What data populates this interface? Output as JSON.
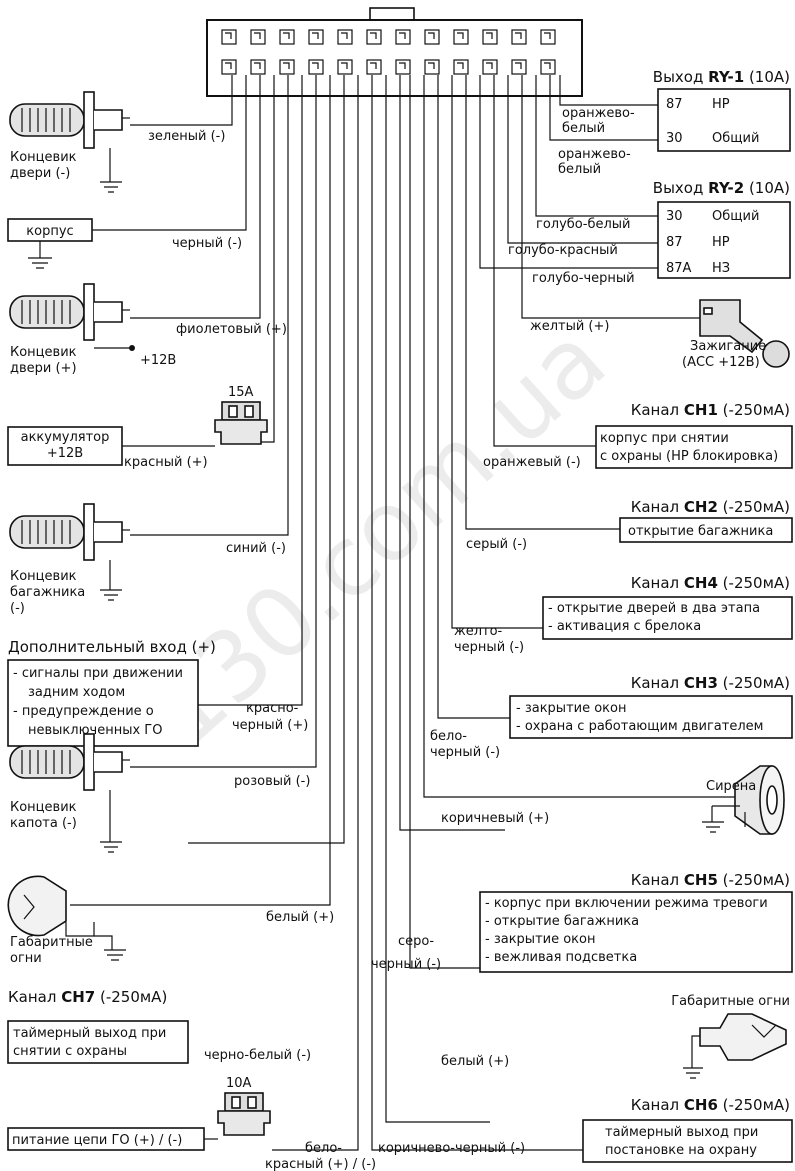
{
  "relay1": {
    "title_pre": "Выход ",
    "title_bold": "RY-1",
    "title_post": " (10А)",
    "wire_a_l1": "оранжево-",
    "wire_a_l2": "белый",
    "wire_b_l1": "оранжево-",
    "wire_b_l2": "белый",
    "r1_pin": "87",
    "r1_label": "НР",
    "r2_pin": "30",
    "r2_label": "Общий"
  },
  "relay2": {
    "title_pre": "Выход ",
    "title_bold": "RY-2",
    "title_post": " (10А)",
    "wire1": "голубо-белый",
    "wire2": "голубо-красный",
    "wire3": "голубо-черный",
    "r1_pin": "30",
    "r1_label": "Общий",
    "r2_pin": "87",
    "r2_label": "НР",
    "r3_pin": "87А",
    "r3_label": "НЗ"
  },
  "ignition": {
    "wire": "желтый (+)",
    "label_l1": "Зажигание",
    "label_l2": "(АСС +12В)"
  },
  "ch1": {
    "title_pre": "Канал ",
    "title_bold": "CH1",
    "title_post": " (-250мА)",
    "box_l1": "корпус при снятии",
    "box_l2": "с охраны (НР блокировка)",
    "wire": "оранжевый (-)"
  },
  "ch2": {
    "title_pre": "Канал ",
    "title_bold": "CH2",
    "title_post": " (-250мА)",
    "box_l1": "открытие багажника",
    "wire": "серый (-)"
  },
  "ch4": {
    "title_pre": "Канал ",
    "title_bold": "CH4",
    "title_post": " (-250мА)",
    "box_l1": "- открытие дверей в два этапа",
    "box_l2": "- активация с брелока",
    "wire_l1": "желто-",
    "wire_l2": "черный (-)"
  },
  "ch3": {
    "title_pre": "Канал ",
    "title_bold": "CH3",
    "title_post": " (-250мА)",
    "box_l1": "- закрытие окон",
    "box_l2": "- охрана с работающим двигателем",
    "wire_l1": "бело-",
    "wire_l2": "черный (-)"
  },
  "siren": {
    "label": "Сирена",
    "wire": "коричневый (+)"
  },
  "ch5": {
    "title_pre": "Канал ",
    "title_bold": "CH5",
    "title_post": " (-250мА)",
    "box_l1": "- корпус при включении режима тревоги",
    "box_l2": "- открытие багажника",
    "box_l3": "- закрытие окон",
    "box_l4": "- вежливая подсветка",
    "wire_l1": "серо-",
    "wire_l2": "черный (-)"
  },
  "parking_right": {
    "label": "Габаритные огни",
    "wire": "белый (+)"
  },
  "ch6": {
    "title_pre": "Канал ",
    "title_bold": "CH6",
    "title_post": " (-250мА)",
    "box_l1": "таймерный выход при",
    "box_l2": "постановке на охрану",
    "wire": "коричнево-черный (-)"
  },
  "left": {
    "door1_wire": "зеленый (-)",
    "door1_l1": "Концевик",
    "door1_l2": "двери (-)",
    "body_box": "корпус",
    "body_wire": "черный (-)",
    "door2_wire": "фиолетовый (+)",
    "door2_l1": "Концевик",
    "door2_l2": "двери (+)",
    "door2_v": "+12В",
    "fuse1": "15А",
    "bat_l1": "аккумулятор",
    "bat_l2": "+12В",
    "bat_wire": "красный (+)",
    "trunk_wire": "синий (-)",
    "trunk_l1": "Концевик",
    "trunk_l2": "багажника",
    "trunk_l3": "(-)",
    "extra_title": "Дополнительный вход (+)",
    "extra_l1": "- сигналы при движении",
    "extra_l2": "задним ходом",
    "extra_l3": "- предупреждение о",
    "extra_l4": "невыключенных ГО",
    "extra_wire_l1": "красно-",
    "extra_wire_l2": "черный (+)",
    "hood_wire": "розовый (-)",
    "hood_l1": "Концевик",
    "hood_l2": "капота (-)",
    "park_wire": "белый (+)",
    "park_l1": "Габаритные",
    "park_l2": "огни",
    "ch7_pre": "Канал ",
    "ch7_bold": "CH7",
    "ch7_post": " (-250мА)",
    "ch7_box_l1": "таймерный выход при",
    "ch7_box_l2": "снятии с охраны",
    "ch7_wire": "черно-белый (-)",
    "fuse2": "10А",
    "go_box": "питание цепи ГО (+) / (-)",
    "go_wire_l1": "бело-",
    "go_wire_l2": "красный (+) / (-)"
  },
  "watermark": "130.com.ua"
}
